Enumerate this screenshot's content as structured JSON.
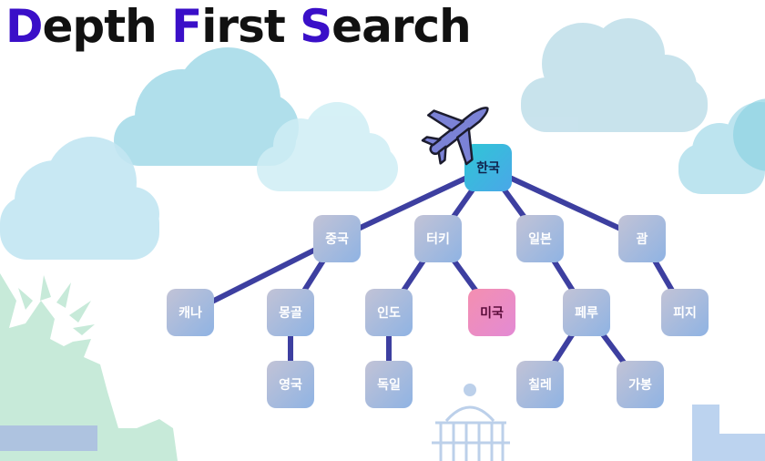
{
  "title": {
    "parts": [
      {
        "text": "D",
        "accent": true
      },
      {
        "text": "epth ",
        "accent": false
      },
      {
        "text": "F",
        "accent": true
      },
      {
        "text": "irst ",
        "accent": false
      },
      {
        "text": "S",
        "accent": true
      },
      {
        "text": "earch",
        "accent": false
      }
    ]
  },
  "tree": {
    "root": "한국",
    "level1": [
      "중국",
      "터키",
      "일본",
      "괌"
    ],
    "level2": [
      "캐나",
      "몽골",
      "인도",
      "미국",
      "페루",
      "피지"
    ],
    "level3": [
      "영국",
      "독일",
      "칠레",
      "가봉"
    ],
    "current_node": "미국"
  },
  "colors": {
    "accent": "#3a0fc8",
    "edge": "#3d3fa0",
    "node": "#a9b8dc",
    "root_node": "#35bcdc",
    "current_node": "#ee8fc4",
    "cloud": "#a7dbe8"
  },
  "icons": [
    "airplane-icon",
    "statue-of-liberty-icon",
    "capitol-building-icon",
    "cloud-icon"
  ]
}
